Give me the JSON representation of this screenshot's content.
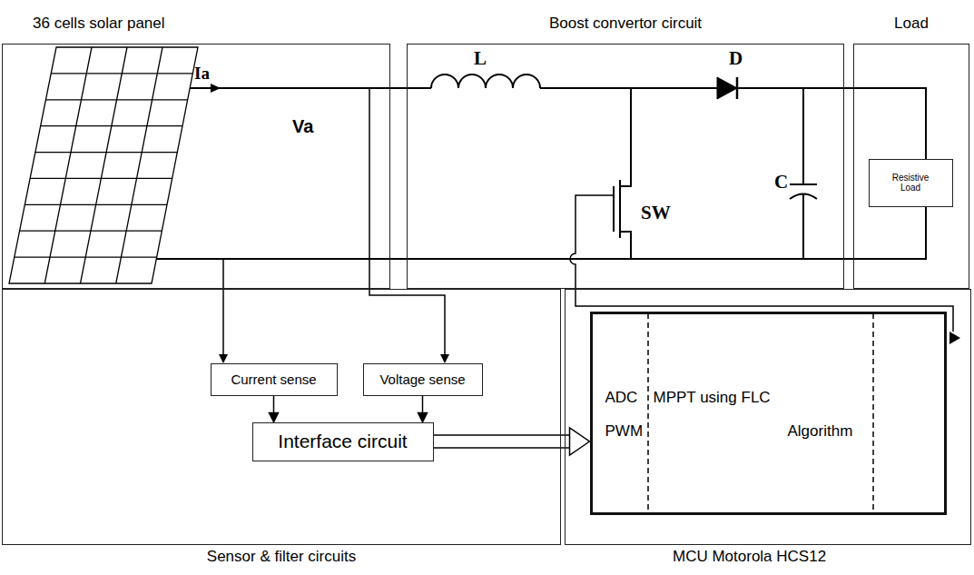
{
  "diagram": {
    "nodes": [
      {
        "text": [
          "36 cells solar panel"
        ]
      },
      {
        "text": [
          "Boost convertor circuit"
        ]
      },
      {
        "text": [
          "Load"
        ]
      },
      {
        "text": [
          "Resistive Load"
        ],
        "in": 2
      },
      {
        "text": [
          "Sensor & filter circuits"
        ]
      },
      {
        "text": [
          "Current sense"
        ],
        "in": 4
      },
      {
        "text": [
          "Voltage sense"
        ],
        "in": 4
      },
      {
        "text": [
          "Interface circuit"
        ],
        "in": 4
      },
      {
        "text": [
          "MCU Motorola HCS12"
        ]
      },
      {
        "text": [
          "ADC",
          "PWM",
          "MPPT using FLC",
          "Algorithm"
        ],
        "in": 8
      }
    ],
    "edges": [
      {
        "from": 5,
        "to": 7,
        "arrow": "to"
      },
      {
        "from": 6,
        "to": 7,
        "arrow": "to"
      },
      {
        "from": 7,
        "to": 9,
        "arrow": "to"
      }
    ],
    "labels": [
      "Ia",
      "Va",
      "L",
      "D",
      "C",
      "SW"
    ]
  }
}
